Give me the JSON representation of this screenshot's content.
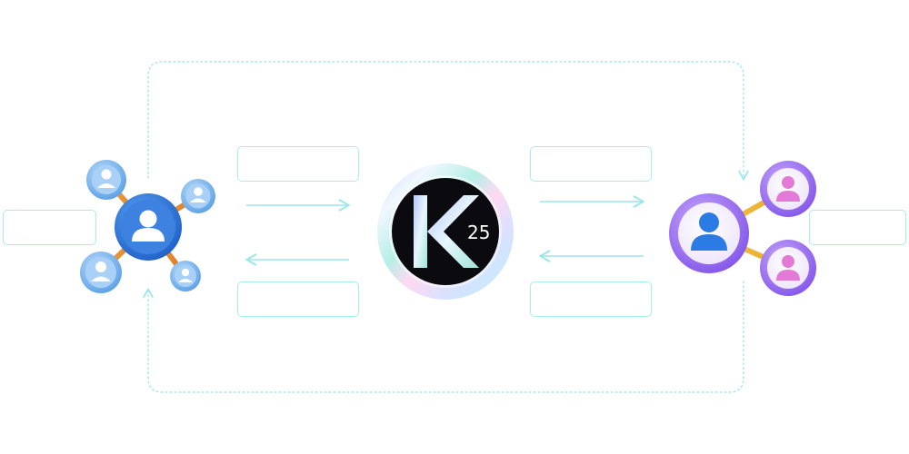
{
  "logo": {
    "letter": "K",
    "number": "25"
  },
  "nodes": {
    "left": {
      "icon": "user-network-icon"
    },
    "center": {
      "icon": "k25-logo"
    },
    "right": {
      "icon": "user-share-icon"
    }
  },
  "labels": {
    "left_outer": "",
    "right_outer": "",
    "left_top": "",
    "left_bottom": "",
    "right_top": "",
    "right_bottom": ""
  },
  "colors": {
    "connector": "#9fe6ea",
    "left_node": "#2f74d8",
    "left_node_light": "#8cc0ef",
    "right_node": "#9b6ef0",
    "right_node_light": "#d9b8f5",
    "right_person_primary": "#2a7be4",
    "right_person_secondary": "#e27ad6",
    "logo_bg": "#0b0b0f"
  }
}
